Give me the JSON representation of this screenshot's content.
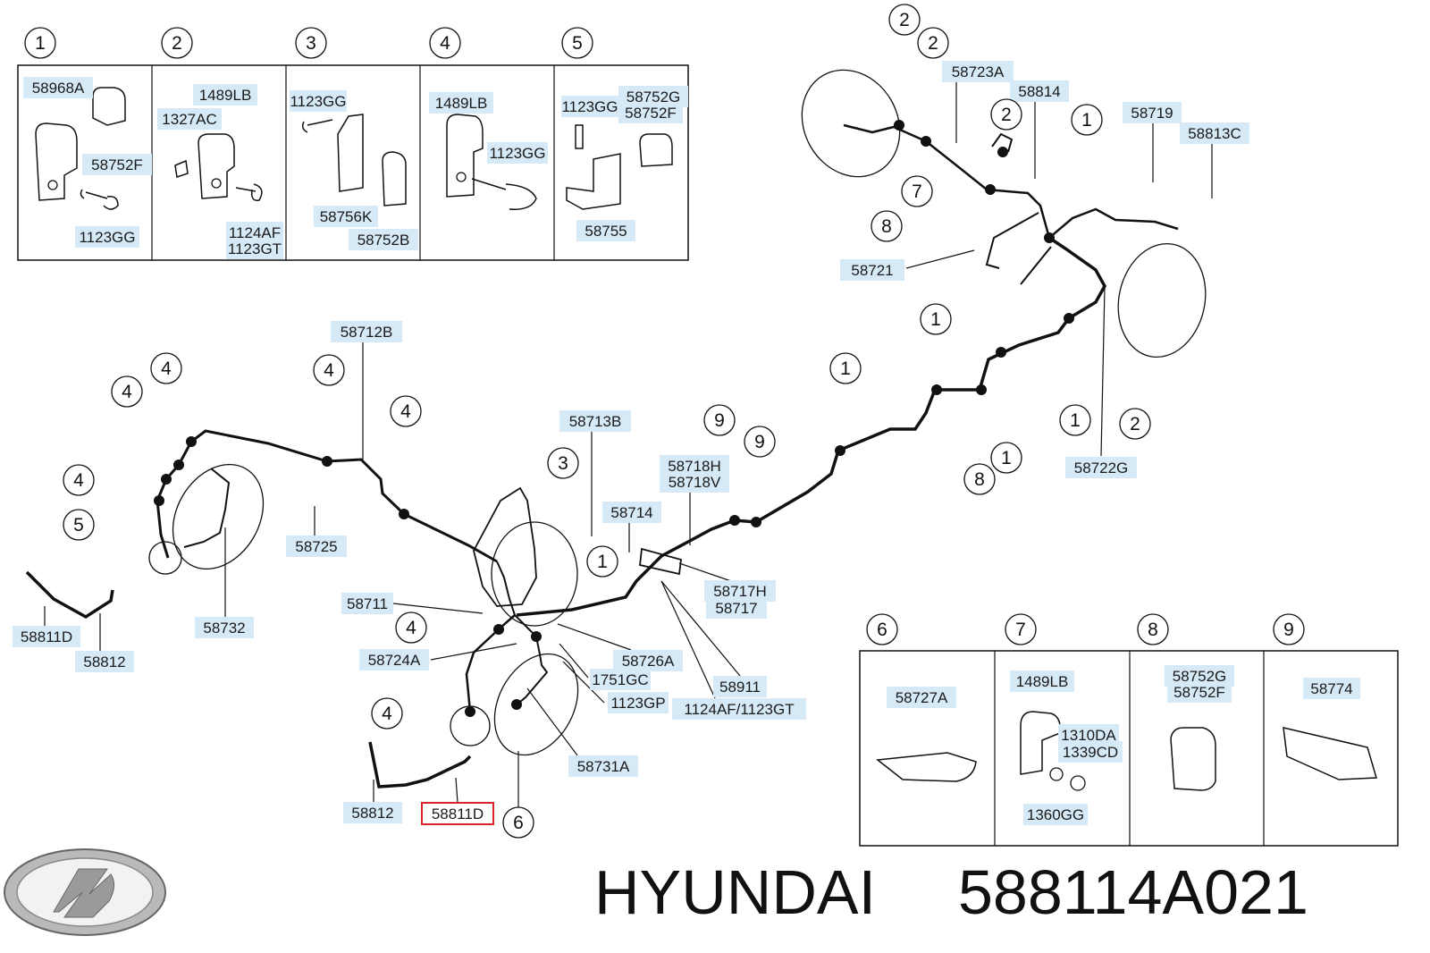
{
  "brand": {
    "name": "HYUNDAI",
    "part_number": "588114A021"
  },
  "highlight_color": "#d6e9f7",
  "selected_color": "#d9242b",
  "detail_boxes_top": [
    {
      "num": "1",
      "labels": [
        "58968A",
        "58752F",
        "1123GG"
      ]
    },
    {
      "num": "2",
      "labels": [
        "1489LB",
        "1327AC",
        "1124AF",
        "1123GT"
      ]
    },
    {
      "num": "3",
      "labels": [
        "1123GG",
        "58756K",
        "58752B"
      ]
    },
    {
      "num": "4",
      "labels": [
        "1489LB",
        "1123GG"
      ]
    },
    {
      "num": "5",
      "labels": [
        "1123GG",
        "58752G",
        "58752F",
        "58755"
      ]
    }
  ],
  "detail_boxes_bottom": [
    {
      "num": "6",
      "labels": [
        "58727A"
      ]
    },
    {
      "num": "7",
      "labels": [
        "1489LB",
        "1310DA",
        "1339CD",
        "1360GG"
      ]
    },
    {
      "num": "8",
      "labels": [
        "58752G",
        "58752F"
      ]
    },
    {
      "num": "9",
      "labels": [
        "58774"
      ]
    }
  ],
  "diagram_labels": [
    "58723A",
    "58814",
    "58719",
    "58813C",
    "58721",
    "58722G",
    "58712B",
    "58713B",
    "58725",
    "58732",
    "58811D",
    "58812",
    "58718H",
    "58718V",
    "58714",
    "58717H",
    "58717",
    "58711",
    "58724A",
    "58726A",
    "1751GC",
    "1123GP",
    "58911",
    "1124AF/1123GT",
    "58731A",
    "58812",
    "58811D"
  ],
  "selected_part": "58811D"
}
